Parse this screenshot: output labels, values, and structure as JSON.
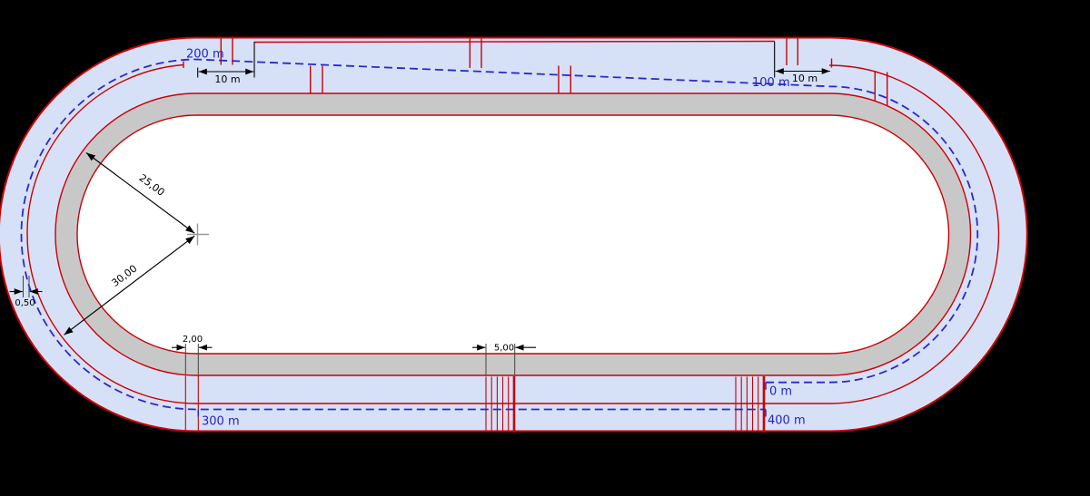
{
  "track_labels": {
    "mark_200": "200 m",
    "mark_100": "100 m",
    "mark_300": "300 m",
    "mark_0": "0 m",
    "mark_400": "400 m"
  },
  "dimensions": {
    "crossing_left_length": "10 m",
    "crossing_right_length": "10 m",
    "prestart_width": "2,00",
    "prefinish_zone": "5,00",
    "measure_line_offset": "0,50",
    "radius_inner": "25,00",
    "radius_divider": "30,00"
  },
  "colors": {
    "background": "#000000",
    "track_fill": "#d6e1f8",
    "track_line_red": "#cc0000",
    "warmup_band_gray": "#c8c8c8",
    "infield_white": "#ffffff",
    "measurement_line_blue": "#2929cc",
    "label_blue": "#2323c8",
    "dimension_black": "#000000",
    "center_cross_gray": "#999999"
  }
}
